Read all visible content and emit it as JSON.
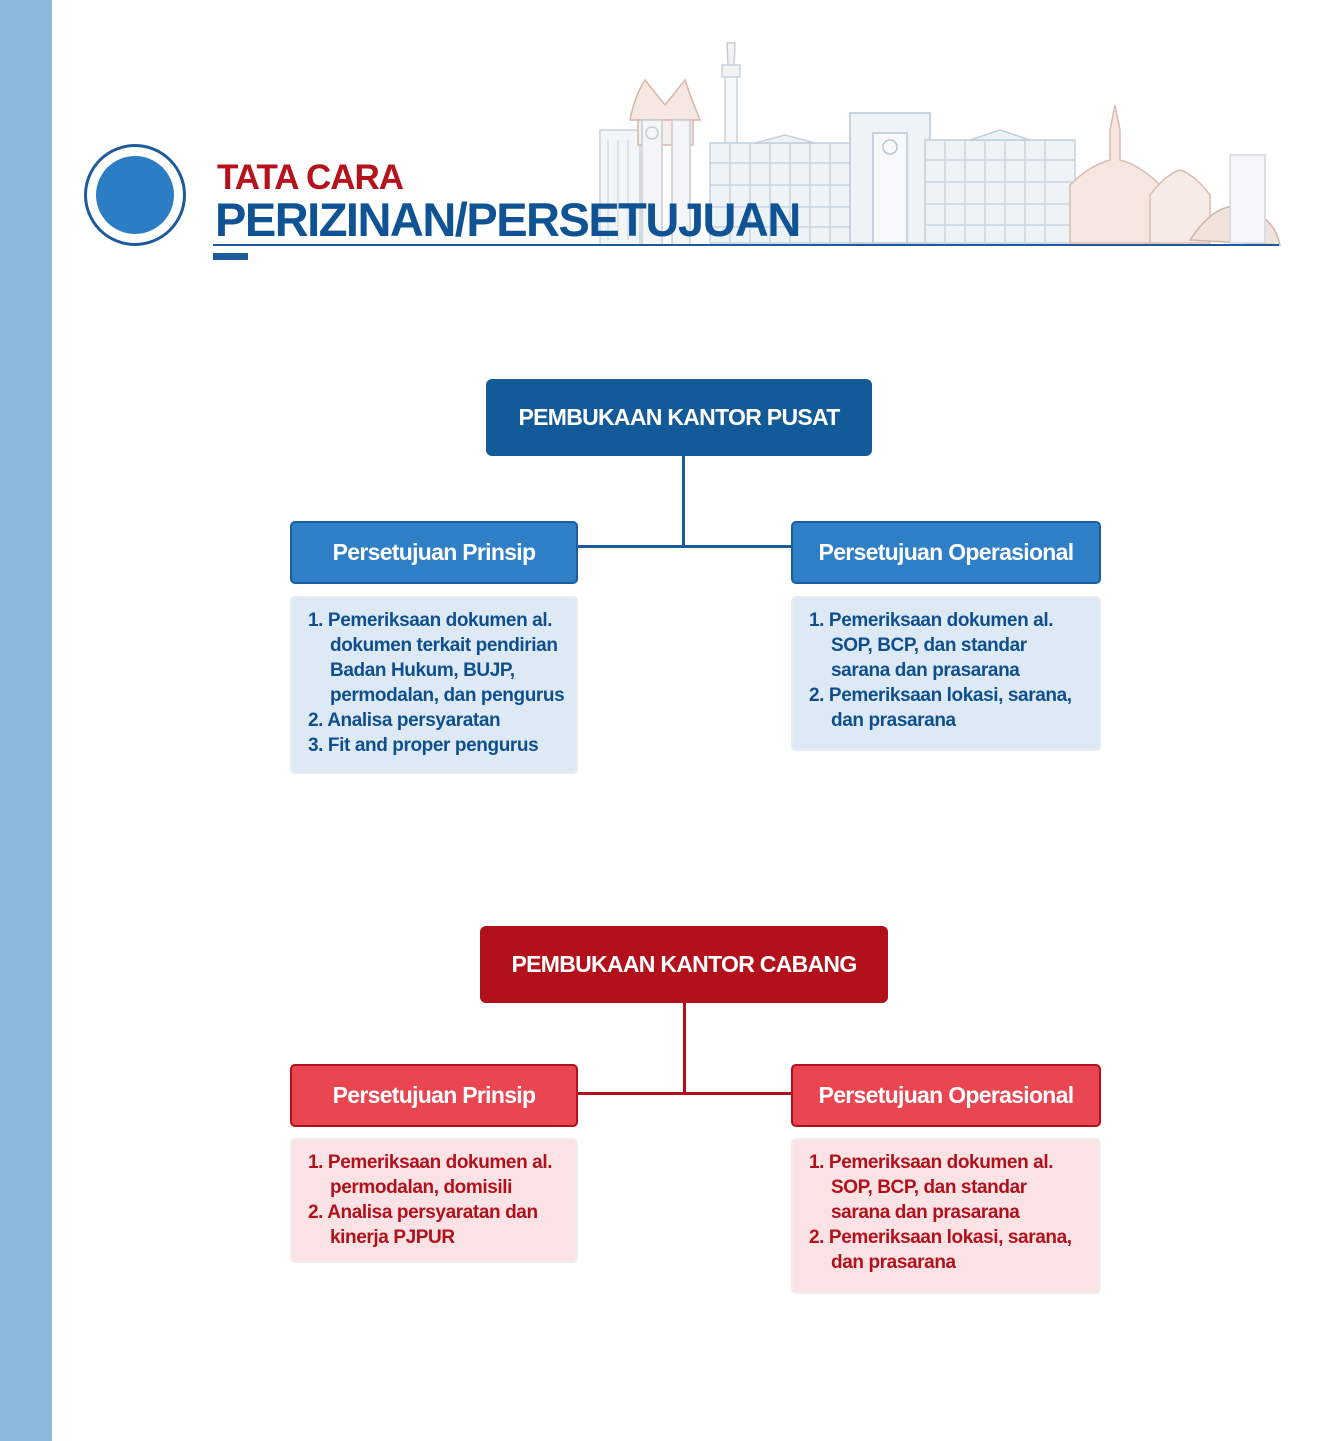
{
  "header": {
    "title_small": "TATA CARA",
    "title_big": "PERIZINAN/PERSETUJUAN"
  },
  "sections": [
    {
      "root": "PEMBUKAAN KANTOR PUSAT",
      "left": {
        "title": "Persetujuan Prinsip",
        "lines": [
          "1. Pemeriksaan dokumen al.",
          "dokumen terkait pendirian",
          "Badan Hukum,  BUJP,",
          "permodalan, dan pengurus",
          "2.  Analisa persyaratan",
          "3. Fit and proper pengurus"
        ]
      },
      "right": {
        "title": "Persetujuan Operasional",
        "lines": [
          "1. Pemeriksaan dokumen al.",
          "SOP, BCP, dan standar",
          "sarana dan prasarana",
          "2.  Pemeriksaan lokasi, sarana,",
          "dan prasarana"
        ]
      }
    },
    {
      "root": "PEMBUKAAN KANTOR CABANG",
      "left": {
        "title": "Persetujuan Prinsip",
        "lines": [
          "1. Pemeriksaan dokumen al.",
          "permodalan, domisili",
          "2.  Analisa persyaratan dan",
          "kinerja PJPUR"
        ]
      },
      "right": {
        "title": "Persetujuan Operasional",
        "lines": [
          "1. Pemeriksaan dokumen al.",
          "SOP, BCP, dan standar",
          "sarana dan prasarana",
          "2.  Pemeriksaan lokasi, sarana,",
          "dan prasarana"
        ]
      }
    }
  ],
  "colors": {
    "sidebar": "#8bbadd",
    "blue_dark": "#135a99",
    "blue_mid": "#2f7fc7",
    "blue_light": "#dde9f5",
    "red_dark": "#b2111c",
    "red_mid": "#ea4651",
    "red_light": "#fbe3e5",
    "title_red": "#b5121b",
    "title_blue": "#0f5395"
  },
  "icons": {
    "logo": "circle-logo-icon",
    "skyline": "city-skyline-illustration"
  }
}
